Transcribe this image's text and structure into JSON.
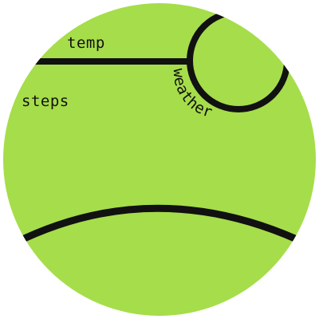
{
  "watch_face": {
    "labels": {
      "temp": "temp",
      "steps": "steps",
      "weather": "weather"
    },
    "colors": {
      "face": "#a6dd4a",
      "line": "#111111",
      "background": "#ffffff"
    }
  }
}
